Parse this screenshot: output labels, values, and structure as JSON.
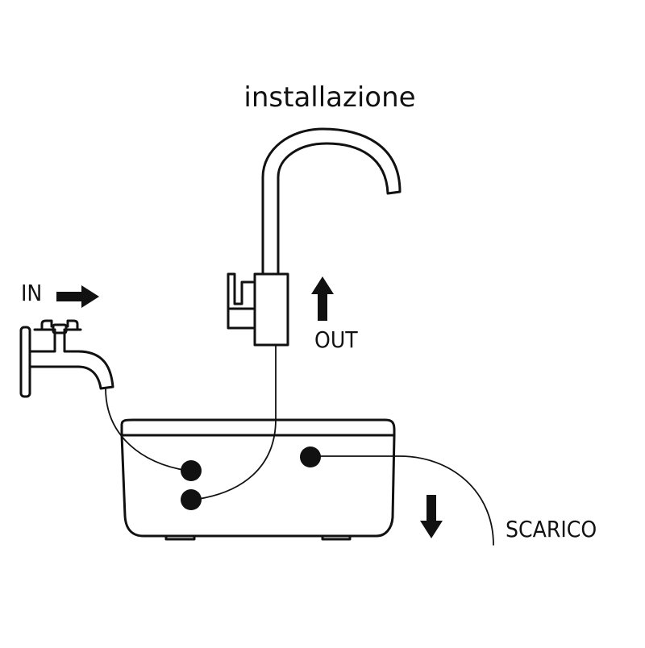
{
  "title": "installazione",
  "labels": {
    "inlet": "IN",
    "outlet": "OUT",
    "drain": "SCARICO"
  },
  "colors": {
    "stroke": "#111111",
    "background": "#ffffff"
  },
  "icons": [
    "wall-tap-icon",
    "kitchen-faucet-icon",
    "filter-unit-icon",
    "arrow-right-icon",
    "arrow-up-icon",
    "arrow-down-icon"
  ]
}
